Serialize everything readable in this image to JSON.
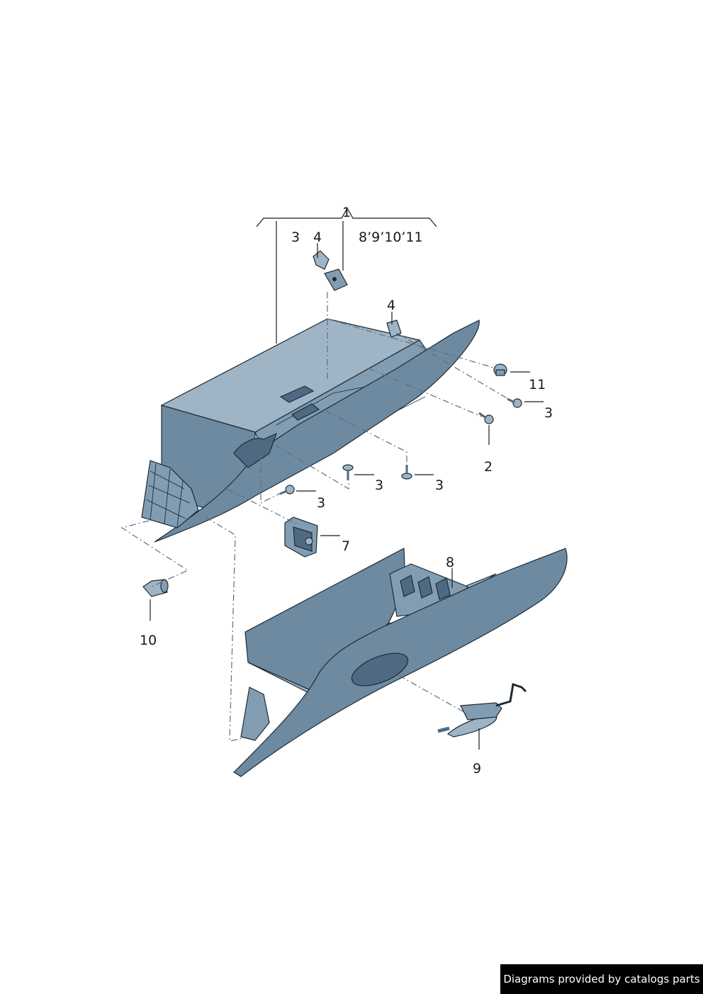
{
  "callouts": {
    "c1": "1",
    "c3_top": "3",
    "c4_top": "4",
    "c8_11_group": "8’9’10’11",
    "c4_mid": "4",
    "c11": "11",
    "c3_right": "3",
    "c2": "2",
    "c3_a": "3",
    "c3_b": "3",
    "c3_c": "3",
    "c7": "7",
    "c8": "8",
    "c10": "10",
    "c9": "9"
  },
  "footer": {
    "credit": "Diagrams provided by catalogs parts"
  },
  "colors": {
    "part_fill": "#6e8aa0",
    "part_light": "#9fb4c4",
    "part_dark": "#4d6a82",
    "outline": "#1d2a35",
    "footer_bg": "#000000",
    "footer_text": "#ffffff"
  }
}
